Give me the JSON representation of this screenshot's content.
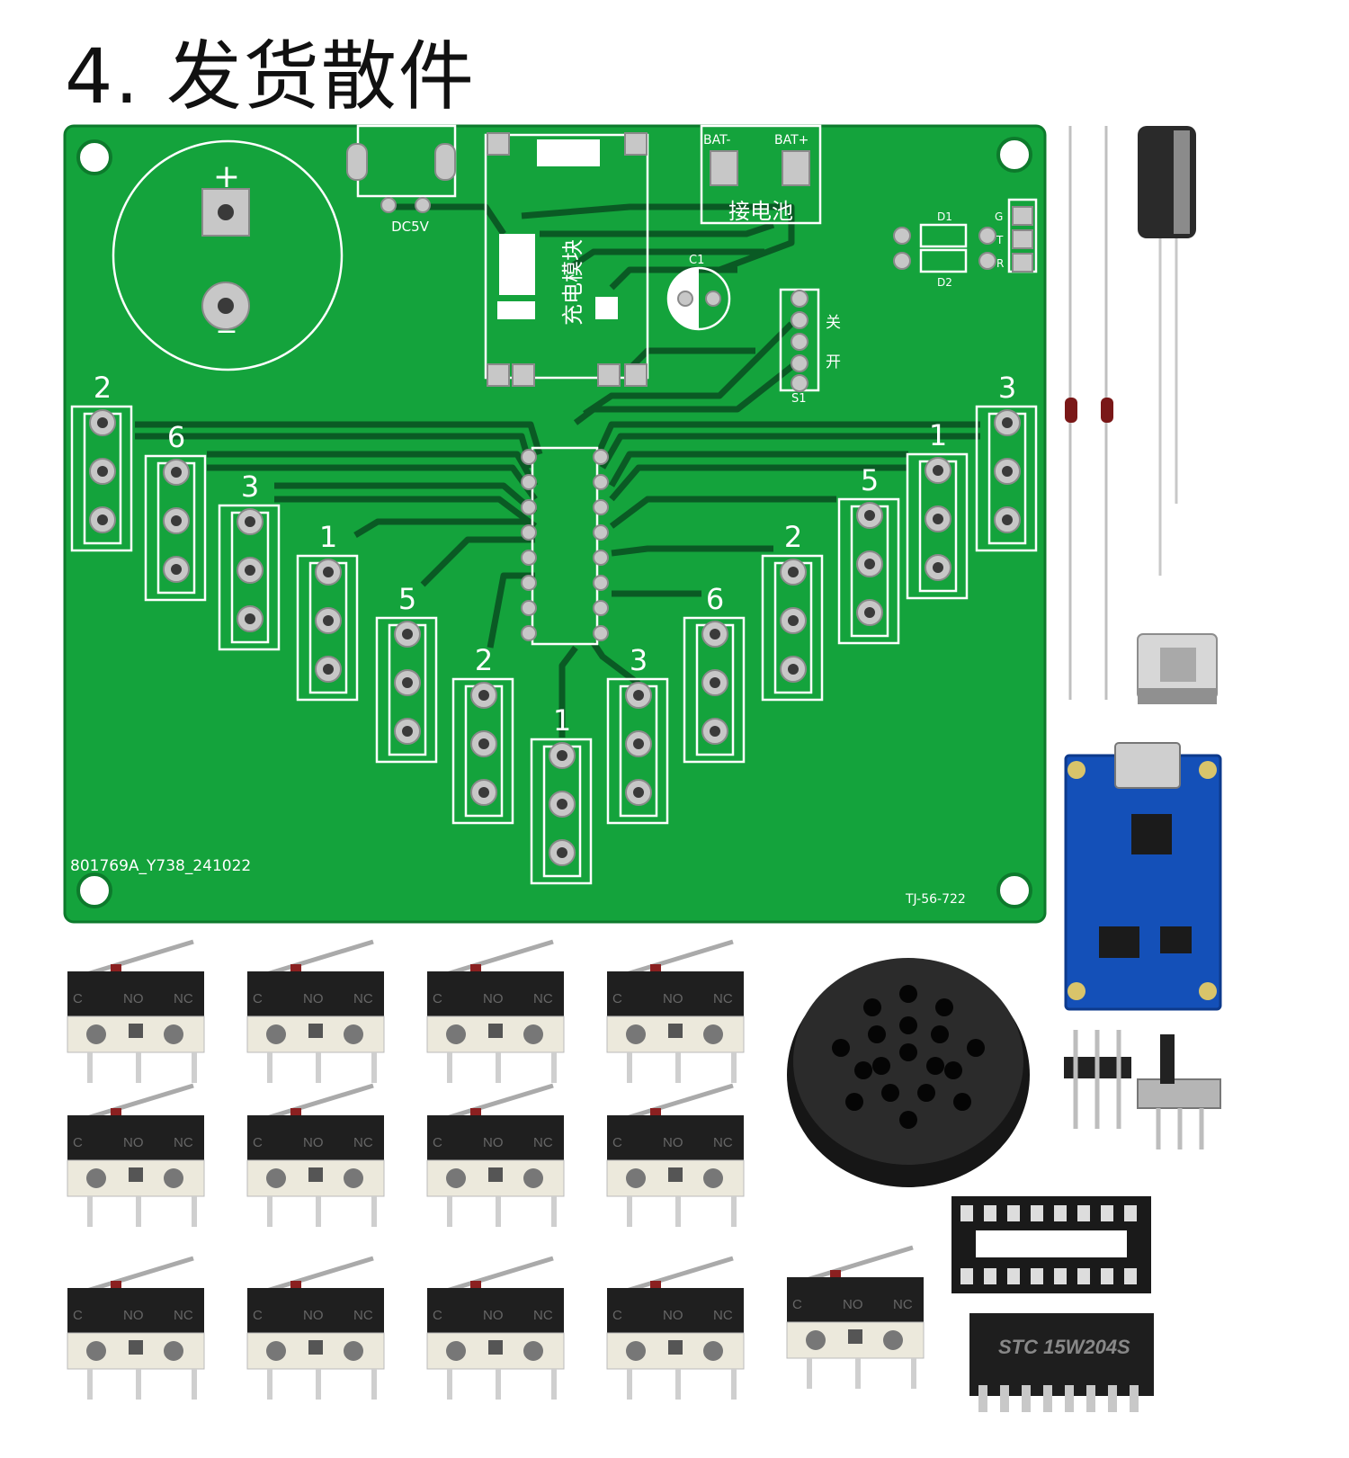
{
  "title": "4. 发货散件",
  "pcb": {
    "color": "#14a33c",
    "labels": {
      "dc": "DC5V",
      "bat_minus": "BAT-",
      "bat_plus": "BAT+",
      "battery": "接电池",
      "module": "充电模块",
      "c1": "C1",
      "d1": "D1",
      "d2": "D2",
      "g": "G",
      "t": "T",
      "r": "R",
      "off": "关",
      "on": "开",
      "s1": "S1",
      "plus": "+",
      "minus": "−",
      "code_left": "801769A_Y738_241022",
      "code_right": "TJ-56-722"
    },
    "key_numbers": [
      "2",
      "6",
      "3",
      "1",
      "5",
      "2",
      "1",
      "3",
      "6",
      "2",
      "5",
      "1",
      "3"
    ]
  },
  "switch_labels": {
    "c": "C",
    "no": "NO",
    "nc": "NC"
  },
  "ic_label": "STC 15W204S"
}
